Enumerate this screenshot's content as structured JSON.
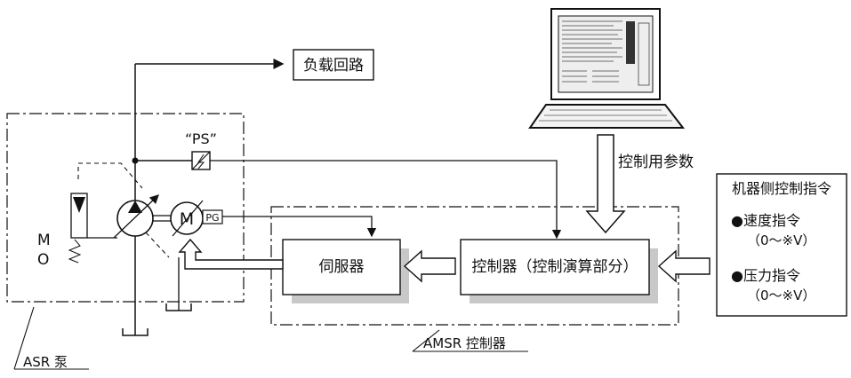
{
  "labels": {
    "load_circuit": "负载回路",
    "ps": "“PS”",
    "control_params": "控制用参数",
    "servo": "伺服器",
    "controller": "控制器（控制演算部分）",
    "machine_cmd_title": "机器侧控制指令",
    "speed_cmd": "●速度指令",
    "speed_range": "（0～※V）",
    "pressure_cmd": "●压力指令",
    "pressure_range": "（0～※V）",
    "amsr": "AMSR 控制器",
    "asr": "ASR 泵",
    "motor_m": "M",
    "motor_label_m": "M",
    "motor_label_o": "O",
    "pg": "PG"
  },
  "colors": {
    "line": "#111111",
    "shadow": "#c8c8c8",
    "box_fill": "#ffffff"
  }
}
